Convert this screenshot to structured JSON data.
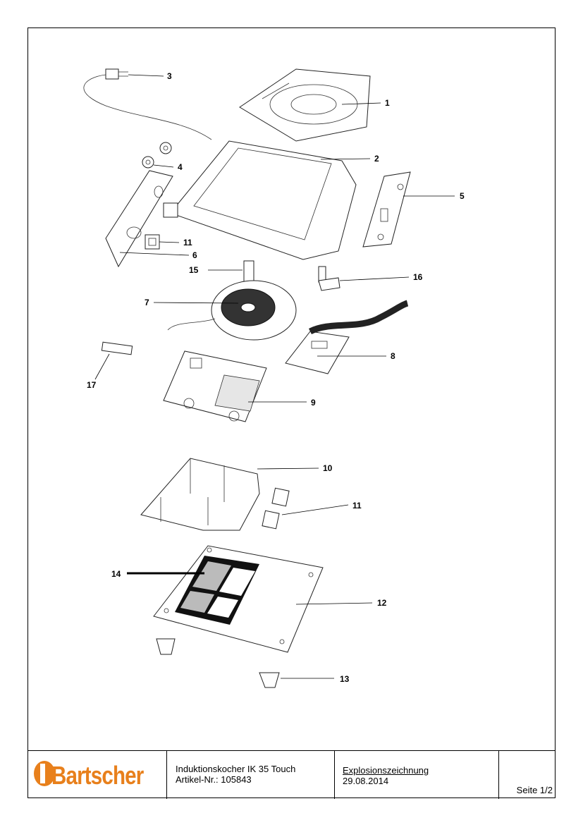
{
  "callouts": {
    "c1": "1",
    "c2": "2",
    "c3": "3",
    "c4": "4",
    "c5": "5",
    "c6": "6",
    "c7": "7",
    "c8": "8",
    "c9": "9",
    "c10": "10",
    "c11a": "11",
    "c11b": "11",
    "c12": "12",
    "c13": "13",
    "c14": "14",
    "c15": "15",
    "c16": "16",
    "c17": "17"
  },
  "title_block": {
    "logo": "Bartscher",
    "product_name": "Induktionskocher IK 35 Touch",
    "article_no": "Artikel-Nr.: 105843",
    "drawing_type": "Explosionszeichnung",
    "date": "29.08.2014",
    "page": "Seite 1/2"
  },
  "colors": {
    "brand": "#e8801c",
    "line": "#000000"
  }
}
